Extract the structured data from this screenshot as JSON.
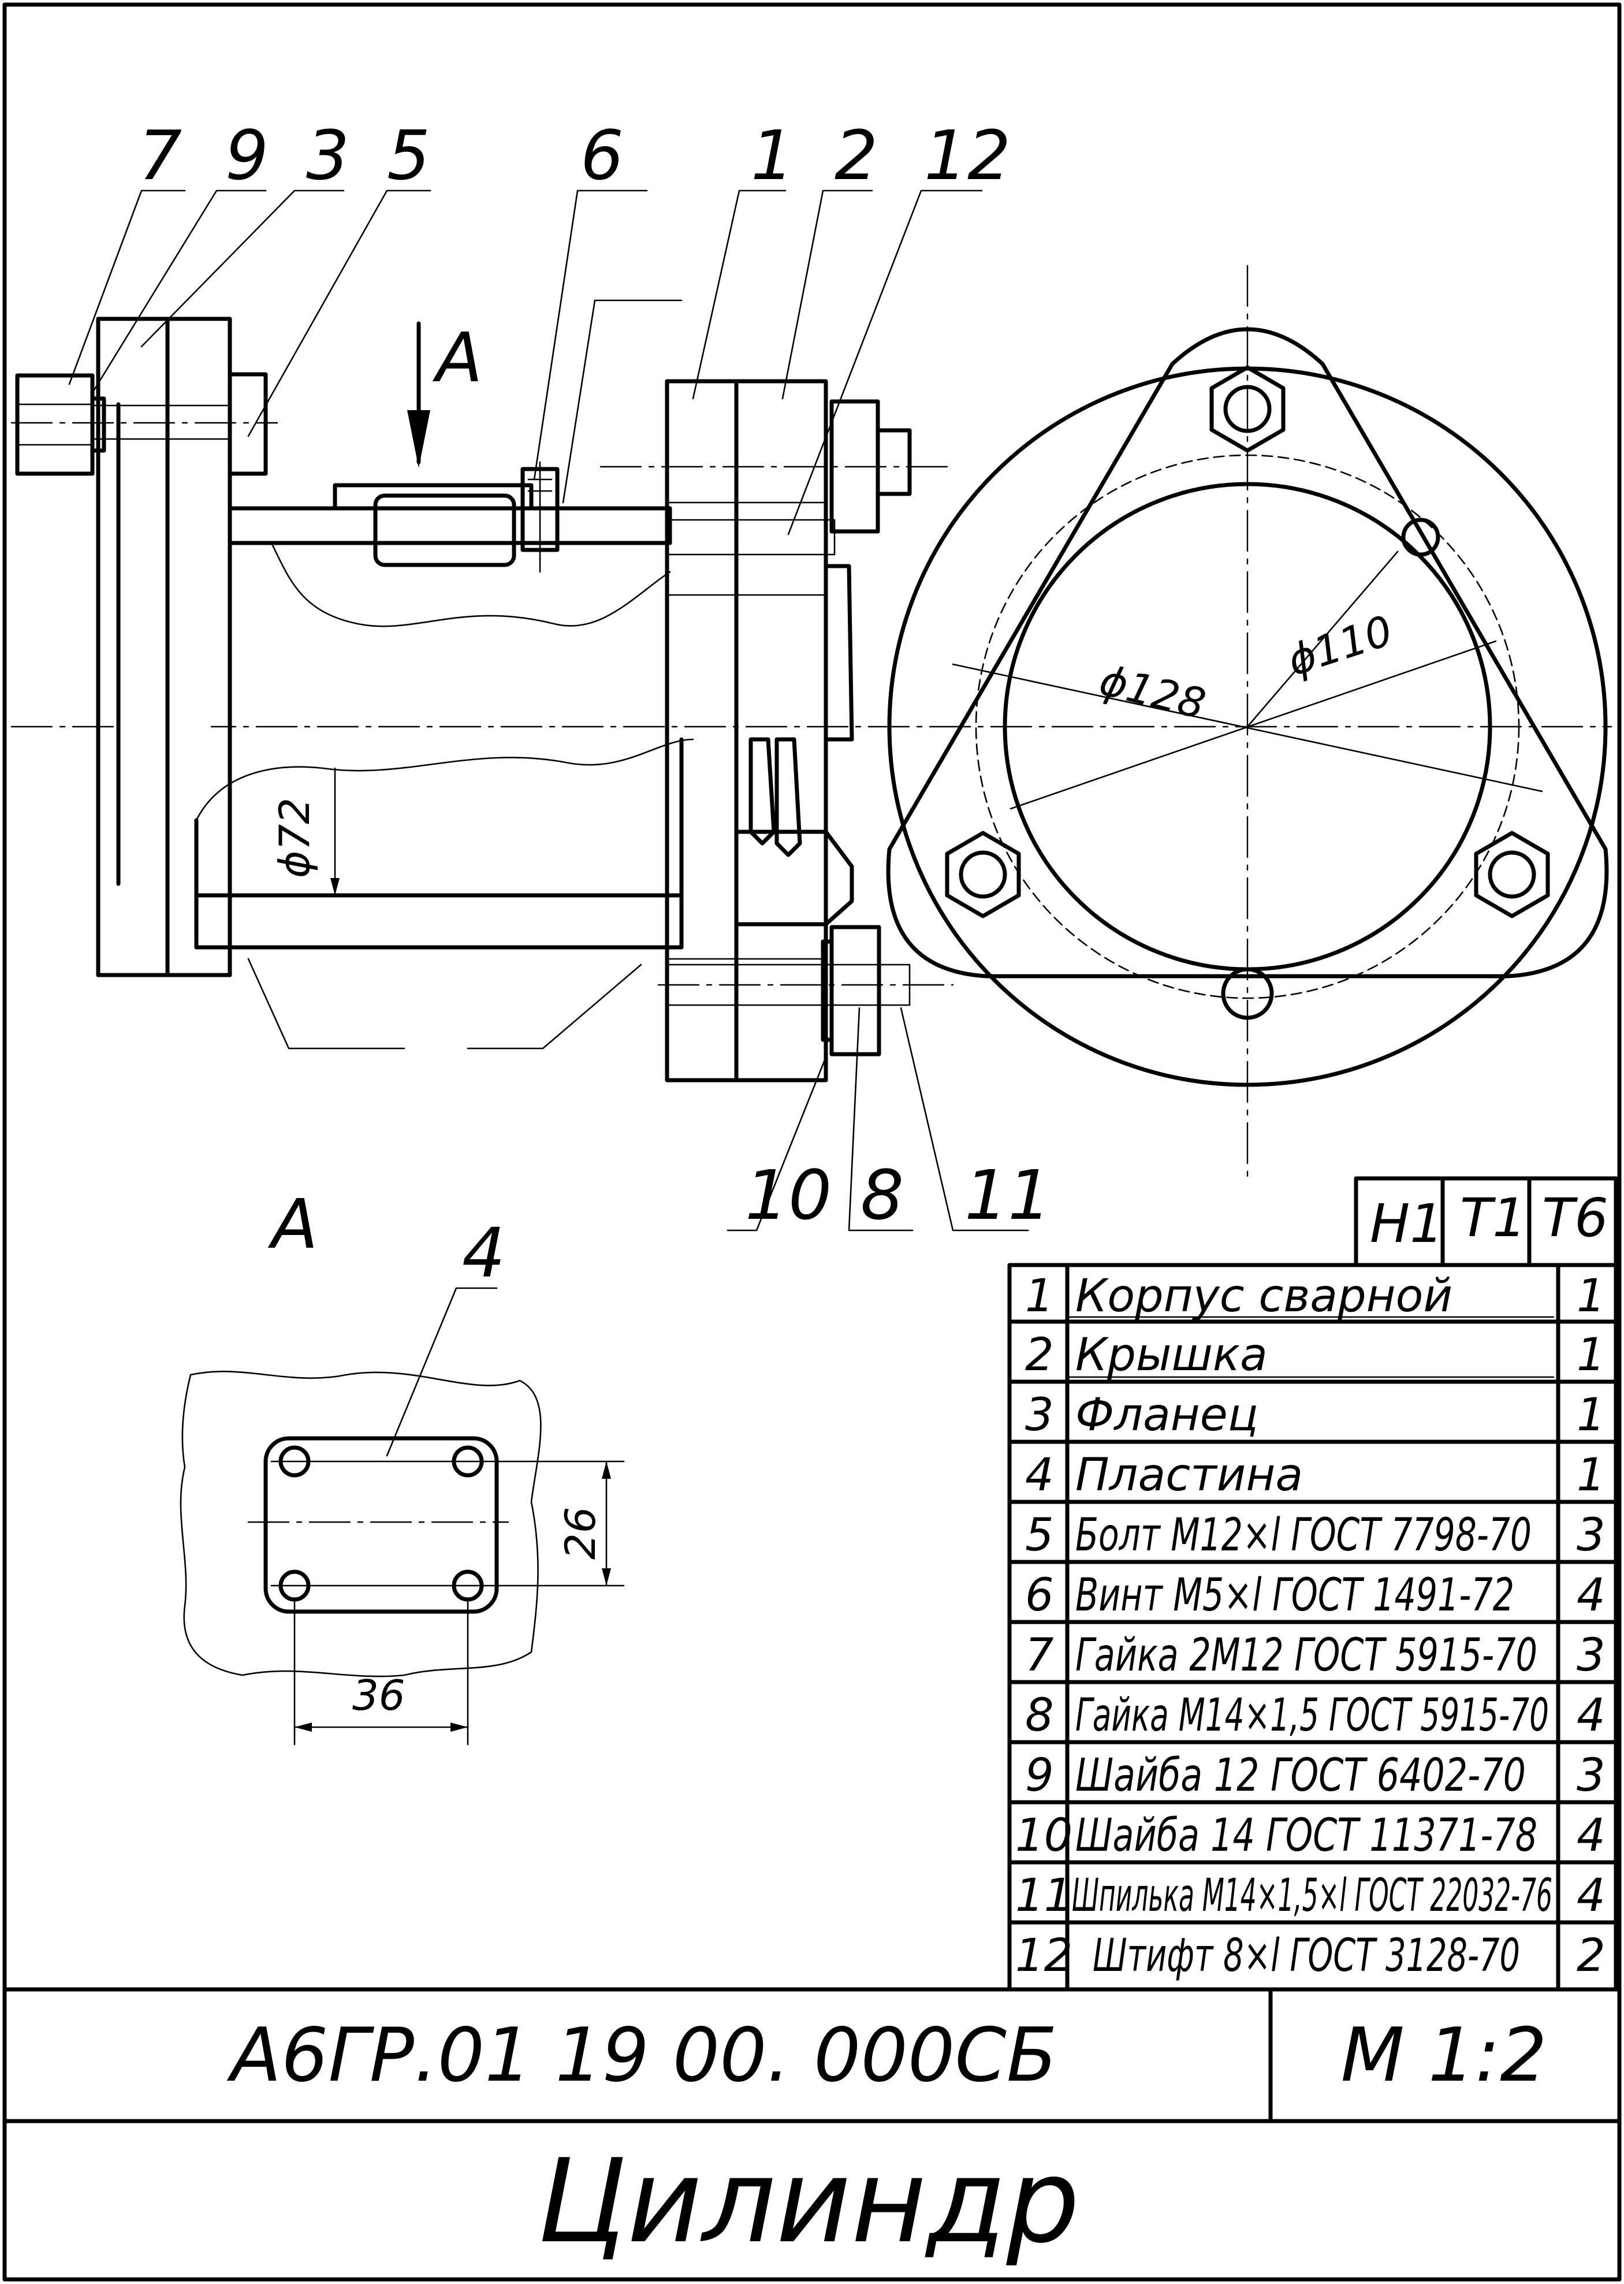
{
  "drawing": {
    "designation": "А6ГР.01 19 00. 000СБ",
    "title": "Цилиндр",
    "scale": "М  1:2",
    "view_label": "А",
    "section_arrow_label": "А"
  },
  "callouts": {
    "top": [
      "7",
      "9",
      "3",
      "5",
      "6",
      "1",
      "2",
      "12"
    ],
    "bottom": [
      "10",
      "8",
      "11"
    ],
    "view_a_part": "4"
  },
  "dimensions": {
    "d72": "ϕ72",
    "d128": "ϕ128",
    "d110": "ϕ110",
    "w36": "36",
    "h26": "26"
  },
  "spec_header": [
    "Н1",
    "Т1",
    "Т6"
  ],
  "spec_rows": [
    {
      "pos": "1",
      "name": "Корпус сварной",
      "qty": "1"
    },
    {
      "pos": "2",
      "name": "Крышка",
      "qty": "1"
    },
    {
      "pos": "3",
      "name": "Фланец",
      "qty": "1"
    },
    {
      "pos": "4",
      "name": "Пластина",
      "qty": "1"
    },
    {
      "pos": "5",
      "name": "Болт М12×l ГОСТ 7798-70",
      "qty": "3"
    },
    {
      "pos": "6",
      "name": "Винт М5×l ГОСТ 1491-72",
      "qty": "4"
    },
    {
      "pos": "7",
      "name": "Гайка 2М12 ГОСТ 5915-70",
      "qty": "3"
    },
    {
      "pos": "8",
      "name": "Гайка М14×1,5 ГОСТ 5915-70",
      "qty": "4"
    },
    {
      "pos": "9",
      "name": "Шайба 12 ГОСТ 6402-70",
      "qty": "3"
    },
    {
      "pos": "10",
      "name": "Шайба 14 ГОСТ 11371-78",
      "qty": "4"
    },
    {
      "pos": "11",
      "name": "Шпилька М14×1,5×l ГОСТ 22032-76",
      "qty": "4"
    },
    {
      "pos": "12",
      "name": "Штифт 8×l ГОСТ 3128-70",
      "qty": "2"
    }
  ]
}
